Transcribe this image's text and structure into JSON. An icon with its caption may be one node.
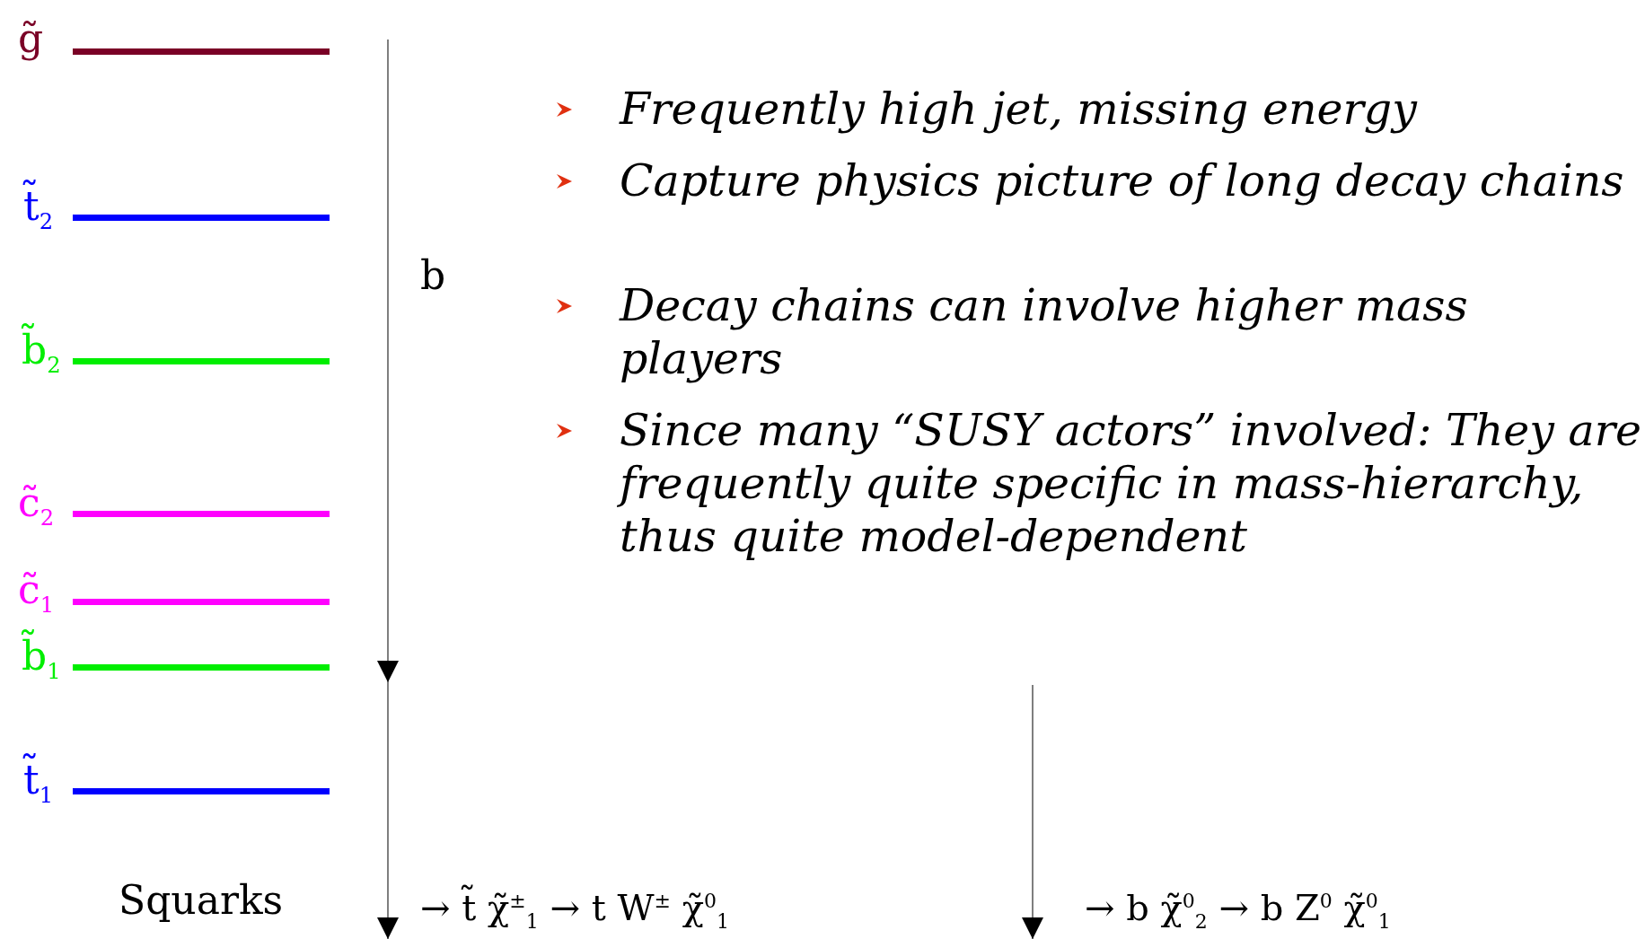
{
  "diagram": {
    "labels": [
      "g̃",
      "t̃$_{2}$",
      "b̃$_{2}$",
      "c̃$_{2}$",
      "c̃$_{1}$",
      "b̃$_{1}$",
      "t̃$_{1}$",
      "Squarks",
      "b",
      "Frequently high jet, missing energy",
      "Capture physics picture of long decay chains",
      "Decay chains can involve higher mass players",
      "Since many “SUSY actors” involved: They are frequently quite specific in mass-hierarchy, thus quite model-dependent",
      "→ t̃ χ̃$^{±}$$_{1}$ → t W$^{±}$ χ̃$^{0}$$_{1}$",
      "→ b χ̃$^{0}$$_{2}$ → b Z$^{0}$ χ̃$^{0}$$_{1}$"
    ]
  }
}
